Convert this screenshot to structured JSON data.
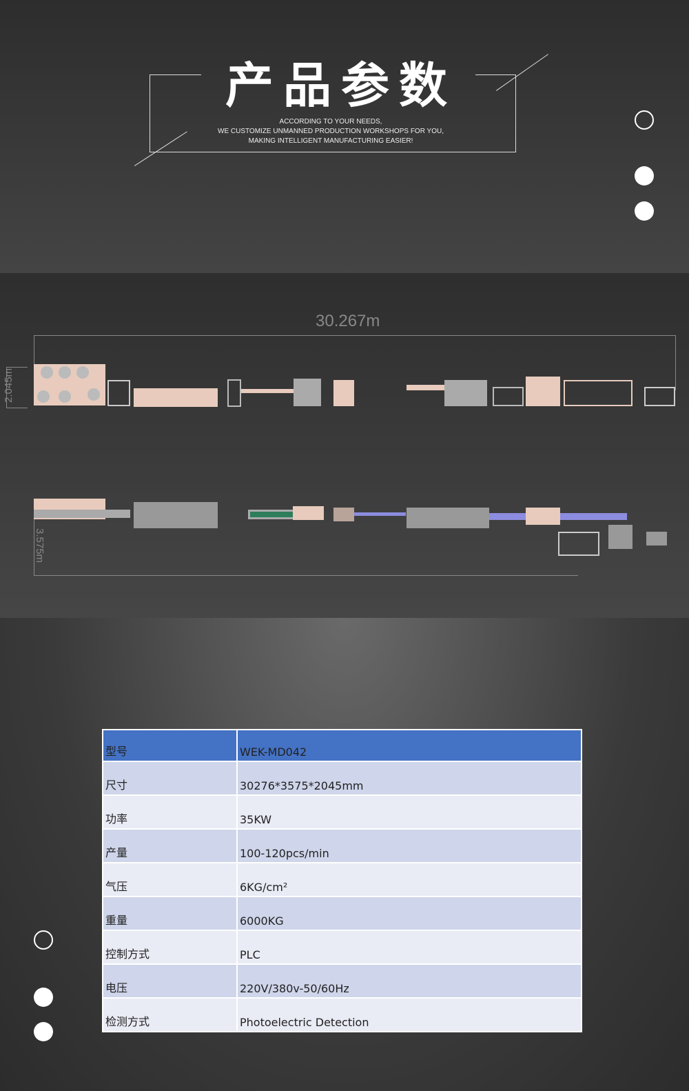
{
  "header": {
    "title": "产品参数",
    "subtitle": [
      "ACCORDING TO YOUR NEEDS,",
      "WE CUSTOMIZE UNMANNED PRODUCTION WORKSHOPS FOR YOU,",
      "MAKING INTELLIGENT MANUFACTURING EASIER!"
    ]
  },
  "diagram": {
    "length": "30.267m",
    "height": "2.045m",
    "width": "3.575m"
  },
  "colors": {
    "header_row": "#4472c4",
    "row_dark": "#cfd5ea",
    "row_light": "#e9ebf5",
    "machine": "#e8cbbd"
  },
  "specs": [
    {
      "label": "型号",
      "value": "WEK-MD042"
    },
    {
      "label": "尺寸",
      "value": "30276*3575*2045mm"
    },
    {
      "label": "功率",
      "value": "35KW"
    },
    {
      "label": "产量",
      "value": "100-120pcs/min"
    },
    {
      "label": "气压",
      "value": "6KG/cm²"
    },
    {
      "label": "重量",
      "value": "6000KG"
    },
    {
      "label": "控制方式",
      "value": "PLC"
    },
    {
      "label": "电压",
      "value": "220V/380v-50/60Hz"
    },
    {
      "label": "检测方式",
      "value": "Photoelectric Detection"
    }
  ]
}
